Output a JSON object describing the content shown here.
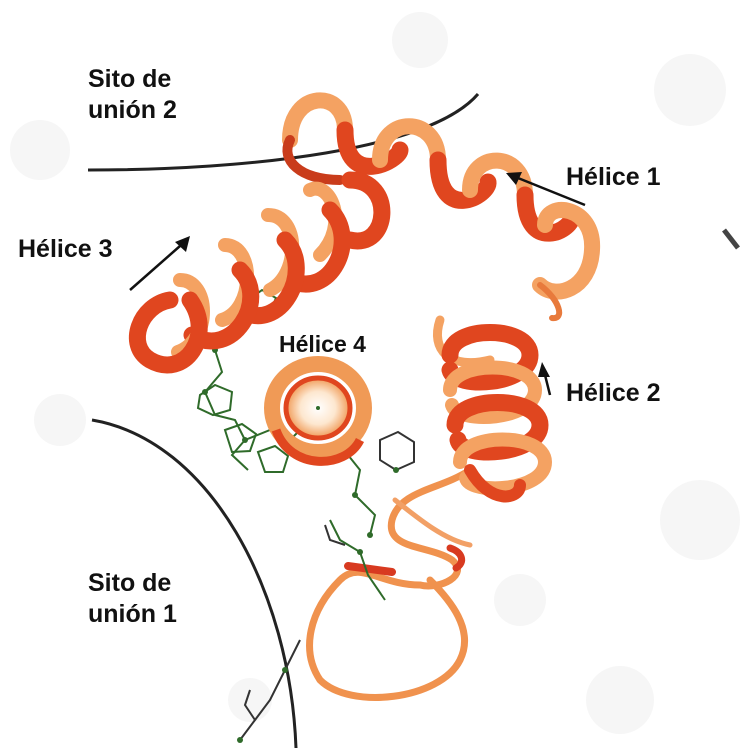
{
  "figure": {
    "labels": {
      "binding_site_2": {
        "line1": "Sito de",
        "line2": "unión 2"
      },
      "helix_1": "Hélice 1",
      "helix_2": "Hélice 2",
      "helix_3": "Hélice 3",
      "helix_4": "Hélice 4",
      "binding_site_1": {
        "line1": "Sito de",
        "line2": "unión 1"
      }
    },
    "colors": {
      "helix_dark": "#e0461f",
      "helix_light": "#f4a262",
      "helix_edge": "#b8321a",
      "loop": "#f0924e",
      "ligand": "#2f6b2a",
      "boundary": "#222222",
      "background_texture": "#f3f3f3"
    }
  }
}
